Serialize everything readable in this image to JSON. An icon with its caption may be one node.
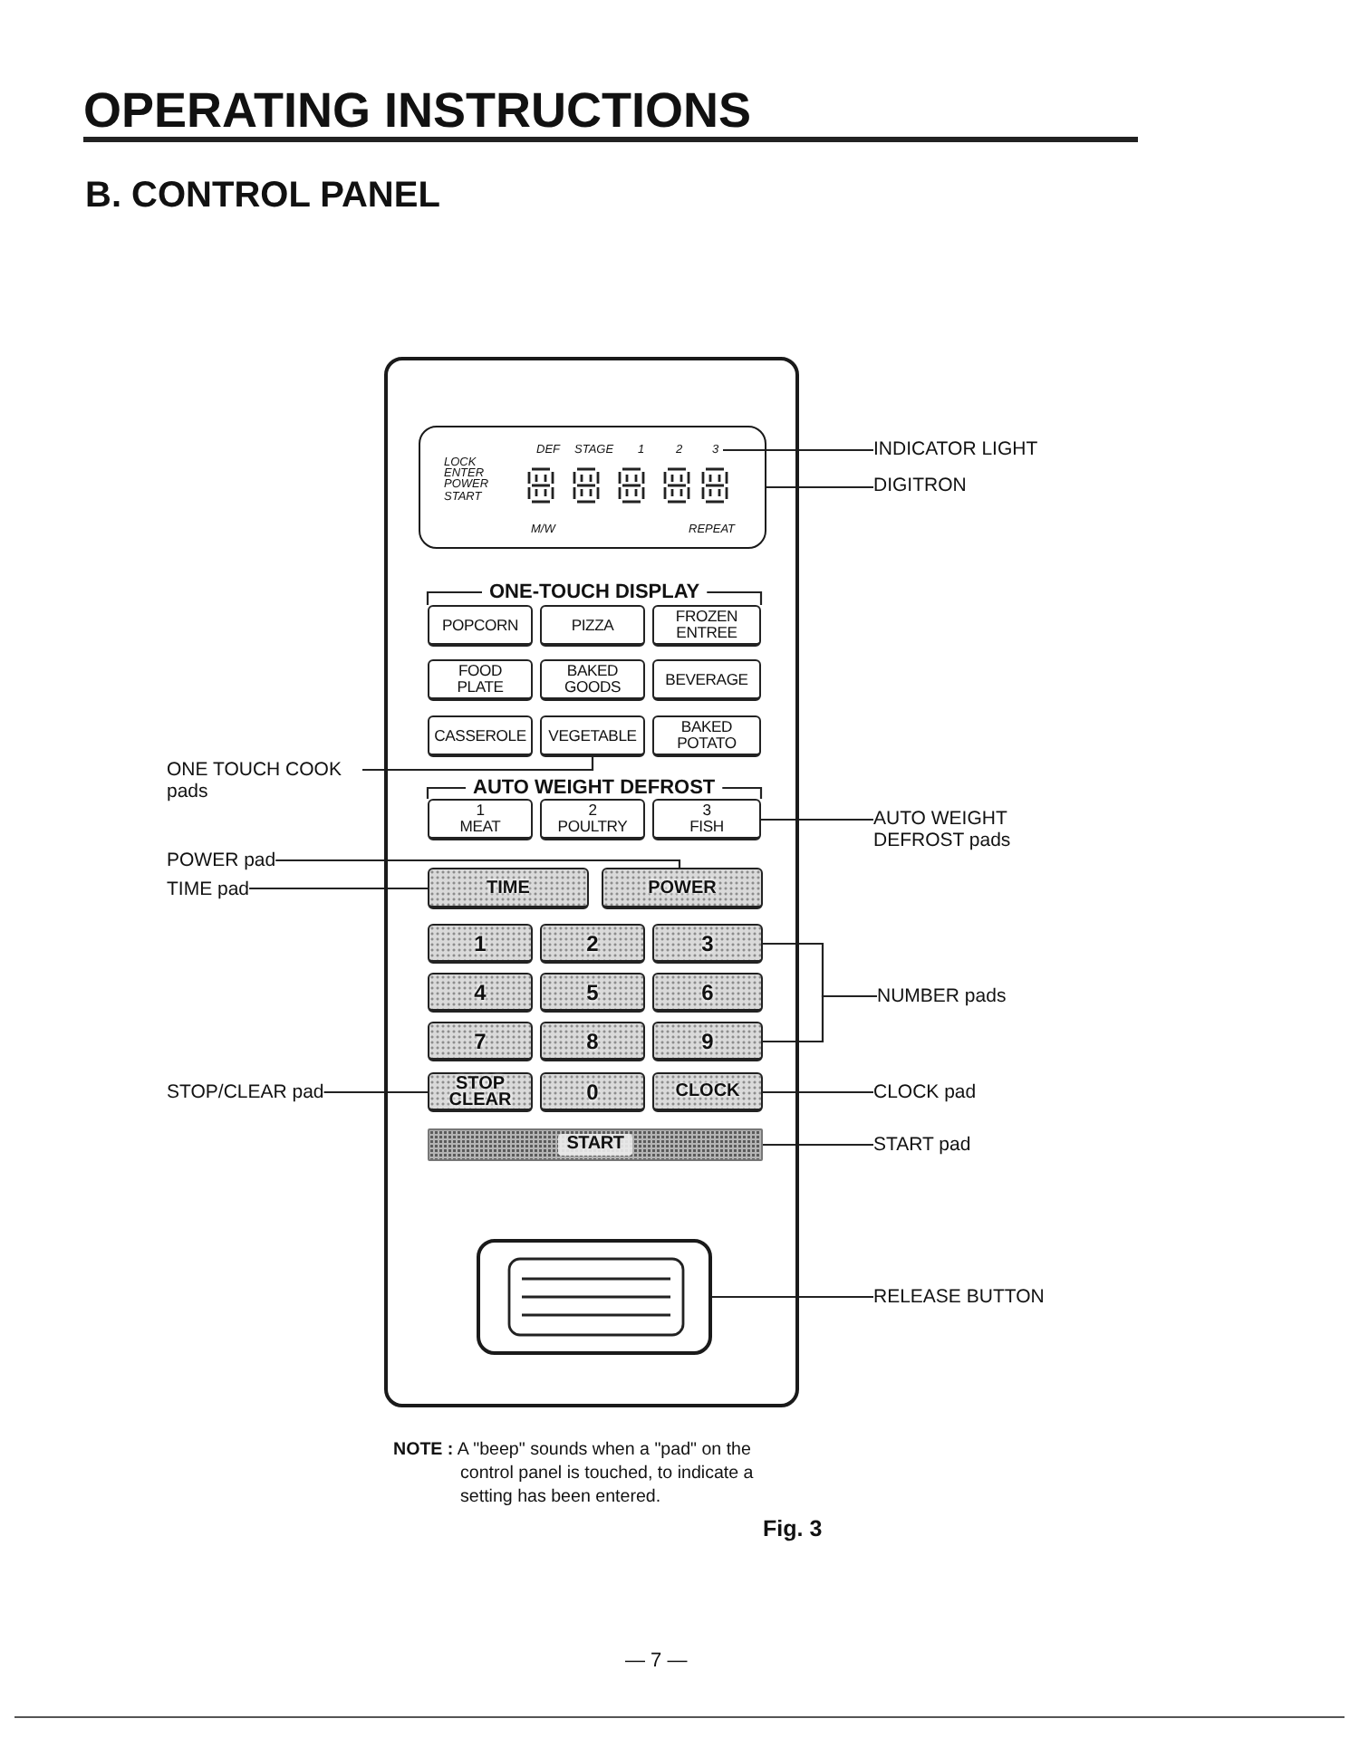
{
  "diagram": {
    "title": "OPERATING INSTRUCTIONS",
    "caption": "Fig. 3",
    "nodes": [
      {
        "text": [],
        "shape": "box"
      },
      {
        "text": [
          "LOCK",
          "ENTER",
          "POWER",
          "START",
          "M/W",
          "REPEAT"
        ],
        "in": 0
      },
      {
        "text": [
          "DEF",
          "STAGE",
          "1",
          "2",
          "3"
        ],
        "in": 1
      },
      {
        "text": [
          "POPCORN"
        ],
        "in": 0
      },
      {
        "text": [
          "PIZZA"
        ],
        "in": 0
      },
      {
        "text": [
          "FROZEN ENTREE"
        ],
        "in": 0
      },
      {
        "text": [
          "FOOD PLATE"
        ],
        "in": 0
      },
      {
        "text": [
          "BAKED GOODS"
        ],
        "in": 0
      },
      {
        "text": [
          "BEVERAGE"
        ],
        "in": 0
      },
      {
        "text": [
          "CASSEROLE"
        ],
        "in": 0
      },
      {
        "text": [
          "VEGETABLE"
        ],
        "in": 0
      },
      {
        "text": [
          "BAKED POTATO"
        ],
        "in": 0
      },
      {
        "text": [
          "1",
          "MEAT"
        ],
        "in": 0
      },
      {
        "text": [
          "2",
          "POULTRY"
        ],
        "in": 0
      },
      {
        "text": [
          "3",
          "FISH"
        ],
        "in": 0
      },
      {
        "text": [
          "TIME"
        ],
        "in": 0
      },
      {
        "text": [
          "POWER"
        ],
        "in": 0
      },
      {
        "text": [
          "1"
        ],
        "in": 0
      },
      {
        "text": [
          "2"
        ],
        "in": 0
      },
      {
        "text": [
          "3"
        ],
        "in": 0
      },
      {
        "text": [
          "4"
        ],
        "in": 0
      },
      {
        "text": [
          "5"
        ],
        "in": 0
      },
      {
        "text": [
          "6"
        ],
        "in": 0
      },
      {
        "text": [
          "7"
        ],
        "in": 0
      },
      {
        "text": [
          "8"
        ],
        "in": 0
      },
      {
        "text": [
          "9"
        ],
        "in": 0
      },
      {
        "text": [
          "STOP CLEAR"
        ],
        "in": 0
      },
      {
        "text": [
          "0"
        ],
        "in": 0
      },
      {
        "text": [
          "CLOCK"
        ],
        "in": 0
      },
      {
        "text": [
          "START"
        ],
        "in": 0
      },
      {
        "text": [],
        "shape": "box",
        "in": 0
      },
      {
        "text": [
          "INDICATOR LIGHT"
        ]
      },
      {
        "text": [
          "DIGITRON"
        ]
      },
      {
        "text": [
          "ONE TOUCH COOK pads"
        ]
      },
      {
        "text": [
          "AUTO WEIGHT DEFROST pads"
        ]
      },
      {
        "text": [
          "POWER pad"
        ]
      },
      {
        "text": [
          "TIME pad"
        ]
      },
      {
        "text": [
          "NUMBER pads"
        ]
      },
      {
        "text": [
          "STOP/CLEAR pad"
        ]
      },
      {
        "text": [
          "CLOCK pad"
        ]
      },
      {
        "text": [
          "START pad"
        ]
      },
      {
        "text": [
          "RELEASE BUTTON"
        ]
      }
    ],
    "edges": [
      {
        "from": 31,
        "to": 2,
        "arrow": "none"
      },
      {
        "from": 32,
        "to": 1,
        "arrow": "none"
      },
      {
        "from": 33,
        "to": 10,
        "arrow": "none"
      },
      {
        "from": 34,
        "to": 14,
        "arrow": "none"
      },
      {
        "from": 35,
        "to": 16,
        "arrow": "none"
      },
      {
        "from": 36,
        "to": 15,
        "arrow": "none"
      },
      {
        "from": 37,
        "to": 19,
        "arrow": "none"
      },
      {
        "from": 37,
        "to": 25,
        "arrow": "none"
      },
      {
        "from": 38,
        "to": 26,
        "arrow": "none"
      },
      {
        "from": 39,
        "to": 28,
        "arrow": "none"
      },
      {
        "from": 40,
        "to": 29,
        "arrow": "none"
      },
      {
        "from": 41,
        "to": 30,
        "arrow": "none"
      }
    ],
    "labels": [
      "B. CONTROL PANEL",
      "ONE-TOUCH DISPLAY",
      "AUTO WEIGHT DEFROST",
      "**NOTE :** A \"beep\" sounds when a \"pad\" on the control panel is touched, to indicate a setting has been entered.",
      "— 7 —"
    ]
  }
}
